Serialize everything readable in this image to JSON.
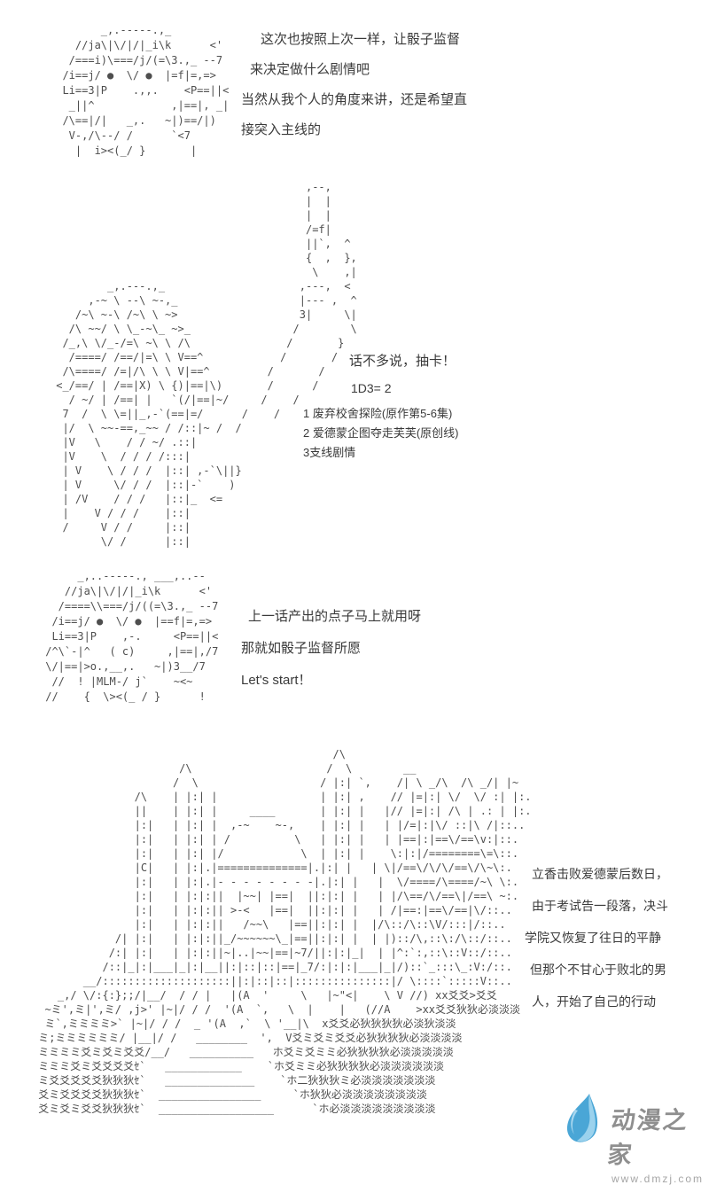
{
  "dialogue_top": {
    "lines": [
      "这次也按照上次一样，让骰子监督",
      "来决定做什么剧情吧",
      "当然从我个人的角度来讲，还是希望直",
      "接突入主线的"
    ]
  },
  "dice_section": {
    "intro": "话不多说，抽卡！",
    "roll_result": "1D3= 2",
    "options": [
      "1 废弃校舍探险(原作第5-6集)",
      "2 爱德蒙企图夺走芙芙(原创线)",
      "3支线剧情"
    ]
  },
  "dialogue_mid": {
    "lines": [
      "上一话产出的点子马上就用呀",
      "那就如骰子监督所愿",
      "Let's start！"
    ]
  },
  "narration": {
    "lines": [
      "立香击败爱德蒙后数日，",
      "由于考试告一段落，决斗",
      "学院又恢复了往日的平静",
      "但那个不甘心于败北的男",
      "人，开始了自己的行动"
    ]
  },
  "watermark": {
    "site_name": "动漫之家",
    "site_url": "www.dmzj.com",
    "logo_icon": "water-drop-icon",
    "logo_blue_dark": "#4aa6d6",
    "logo_blue_light": "#9fd4ee",
    "text_gray": "#8f8f8f"
  },
  "ascii_art": {
    "girl_top": "        _,.-----.,_\n    //ja\\|\\/|/|_i\\k      <'\n   /===i)\\===/j/(=\\3.,_ --7\n  /i==j/ ●  \\/ ●  |=f|=,=>\n  Li==3|P    .,,.    <P==||<\n   _||^            ,|==|, _|\n  /\\==|/|   _,.   ~|)==/|)\n   V-,/\\--/ /      `<7\n    |  i><(_/ }       |",
    "pointing_figure": "                                        ,--,\n                                        |  |\n                                        |  |\n                                        /=f|\n                                        ||`,  ^\n                                        {  ,  },\n                                         \\    ,|\n         _,.---.,_                     ,---,  <\n      ,-~ \\ --\\ ~-,_                   |--- ,  ^\n    /~\\ ~-\\ /~\\ \\ ~>                   3|     \\|\n   /\\ ~~/ \\ \\_-~\\_ ~>_                /        \\\n  /_,\\ \\/_-/=\\ ~\\ \\ /\\               /       }\n   /====/ /==/|=\\ \\ V==^            /       /\n  /\\====/ /=|/\\ \\ \\ V|==^         /       /\n <_/==/ | /==|X) \\ {)|==|\\)       /      /\n   / ~/ | /==| |   `(/|==|~/     /    /\n  7  /  \\ \\=||_,-`(==|=/      /    /\n  |/  \\ ~~-==,_~~ / /::|~ /  /\n  |V   \\    / / ~/ .::|\n  |V    \\  / / / /:::|\n  | V    \\ / / /  |::| ,-`\\||}\n  | V     \\/ / /  |::|-`    )\n  | /V    / / /   |::|_  <=\n  |    V / / /    |::|\n  /     V / /     |::|\n        \\/ /      |::|",
    "girl_mid": "      _,..-----., ___,..--\n    //ja\\|\\/|/|_i\\k      <'\n   /====\\\\===/j/((=\\3.,_ --7\n  /i==j/ ●  \\/ ●  |==f|=,=>\n  Li==3|P    ,-.     <P==||<\n /^\\`-|^   ( c)     ,|==|,/7\n \\/|==|>o.,__,.   ~|)3__/7\n  //  ! |MLM-/ j`    ~<~\n //    {  \\><(_ / }      !",
    "castle_academy": "                                               /\\\n                       /\\                     /  \\        __\n                      /  \\                   / |:| `,    /| \\ _/\\  /\\ _/| |~\n                /\\    | |:| |                | |:| ,    // |=|:| \\/  \\/ :| |:.\n                ||    | |:| |     ____       | |:| |   |// |=|:| /\\ | .: | |:.\n                |:|   | |:| |  ,-~    ~-,    | |:| |   | |/=|:|\\/ ::|\\ /|::..\n                |:|   | |:| | /          \\   | |:| |   | |==|:|==\\/==\\v:|::.\n                |:|   | |:| |/            \\  | |:| |    \\:|:|/========\\=\\::.\n                |C|   | |:|.|==============|.|:| |   | \\|/==\\/\\/\\/==\\/\\~\\:.\n                |:|   | |:|.|- - - - - - - -|.|:| |   |  \\/====/\\====/~\\ \\:.\n                |:|   | |:|:||  |~~| |==|  ||:|:| |   | |/\\==/\\/==\\|/==\\ ~:.\n                |:|   | |:|:|| >-<   |==|  ||:|:| |   | /|==:|==\\/==|\\/::..\n                |:|   | |:|:||   /~~\\   |==||:|:| |  |/\\::/\\::\\V/:::|/::..\n             /| |:|   | |:|:||_/~~~~~~\\_|==||:|:| |  | |)::/\\,::\\:/\\::/::..\n            /:| |:|   | |:|:||~|..|~~|==|~7/||:|:|_|  | |^:`:,::\\::V::/::..\n           /::|_|:|___|_|:|__||:|::|::|==|_7/:|:|:|___|_|/)::`_:::\\_:V:/::.\n        __/::::::::::::::::::::||:|::|::|:::::::::::::::|/ \\::::`:::::V::..\n    _,/ \\/:{:};;/|__/  / / |   |(A  '     \\   |~\"<|    \\ V //) xx爻爻>爻爻\n  ~ミ',ミ|',ミ/ ,j>' |~|/ / /  '(A  `,   \\  |    |   (//A    >xx爻爻狄狄必淡淡淡\n  ミ`,ミミミミ>` |~|/ / /  _ '(A  ,`  \\ '__|\\  x爻爻必狄狄狄狄必淡狄淡淡\n ミ;ミミミミミミ/ |__|/ /   ________  ',  V爻ミ爻ミ爻爻必狄狄狄狄必淡淡淡淡\n ミミミミ爻ミ爻ミ爻爻/__/   __________   ホ爻ミ爻ミミ必狄狄狄狄必淡淡淡淡淡\n ミミミ爻ミ爻爻爻爻ｾ`   ____________    `ホ爻ミミ必狄狄狄狄必淡淡淡淡淡淡\n ミ爻爻爻爻爻狄狄狄ｾ`   ______________    `ホ二狄狄狄ミ必淡淡淡淡淡淡淡\n 爻ミ爻爻爻爻狄狄狄ｾ`  ________________     `ホ狄狄必淡淡淡淡淡淡淡淡\n 爻ミ爻ミ爻爻狄狄狄ｾ`  __________________      `ホ必淡淡淡淡淡淡淡淡淡"
  }
}
